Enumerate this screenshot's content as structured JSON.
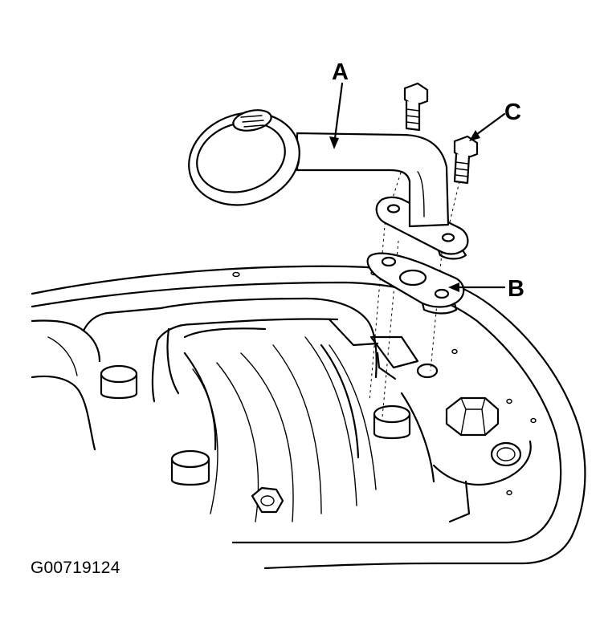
{
  "callouts": {
    "a": "A",
    "b": "B",
    "c": "C"
  },
  "figure_code": "G00719124",
  "parts": {
    "a": "oil-dipstick-tube",
    "b": "tube-gasket",
    "c": "mounting-bolt"
  },
  "colors": {
    "ink": "#000000",
    "paper": "#ffffff"
  }
}
